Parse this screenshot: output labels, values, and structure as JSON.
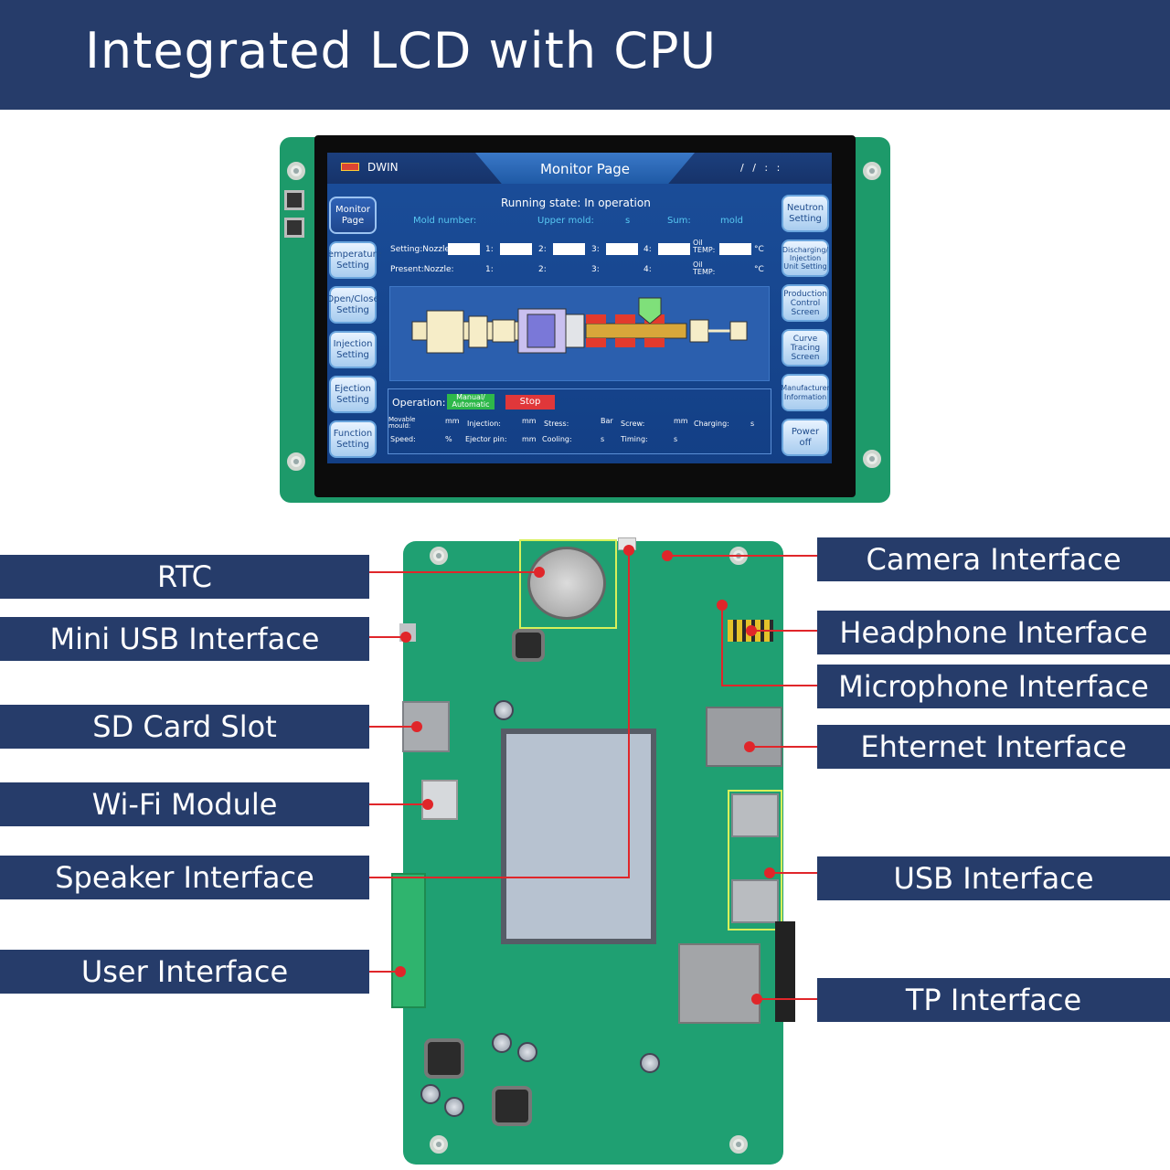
{
  "header": {
    "title": "Integrated LCD with CPU"
  },
  "lcd": {
    "brand": "DWIN",
    "page_title": "Monitor Page",
    "clock": "/  /   :  :",
    "left_buttons": [
      "Monitor Page",
      "Temperature Setting",
      "Open/Close Setting",
      "Injection Setting",
      "Ejection Setting",
      "Function Setting"
    ],
    "right_buttons": [
      "Neutron Setting",
      "Discharging/ Injection Unit Setting",
      "Production Control Screen",
      "Curve Tracing Screen",
      "Manufacturer Information",
      "Power off"
    ],
    "running_state": "Running state:  In operation",
    "info": {
      "mold_number": "Mold number:",
      "upper_mold": "Upper mold:",
      "upper_mold_unit": "s",
      "sum": "Sum:",
      "sum_unit": "mold"
    },
    "setting_label": "Setting:Nozzle:",
    "present_label": "Present:Nozzle:",
    "zones": [
      "1:",
      "2:",
      "3:",
      "4:"
    ],
    "oil_temp": "Oil TEMP:",
    "deg_c": "°C",
    "operation_label": "Operation:",
    "manual_automatic": "Manual/ Automatic",
    "stop": "Stop",
    "status_cells": [
      {
        "label": "Movable mould:",
        "unit": "mm"
      },
      {
        "label": "Injection:",
        "unit": "mm"
      },
      {
        "label": "Stress:",
        "unit": "Bar"
      },
      {
        "label": "Screw:",
        "unit": "mm"
      },
      {
        "label": "Charging:",
        "unit": "s"
      },
      {
        "label": "Speed:",
        "unit": "%"
      },
      {
        "label": "Ejector pin:",
        "unit": "mm"
      },
      {
        "label": "Cooling:",
        "unit": "s"
      },
      {
        "label": "Timing:",
        "unit": "s"
      }
    ]
  },
  "callouts": {
    "left": [
      "RTC",
      "Mini USB Interface",
      "SD Card Slot",
      "Wi-Fi Module",
      "Speaker Interface",
      "User Interface"
    ],
    "right": [
      "Camera Interface",
      "Headphone Interface",
      "Microphone Interface",
      "Ehternet Interface",
      "USB Interface",
      "TP Interface"
    ]
  },
  "colors": {
    "banner": "#263c6a",
    "pcb": "#1fa072",
    "leader_line": "#e0262a",
    "highlight_box": "#d7f05a"
  }
}
